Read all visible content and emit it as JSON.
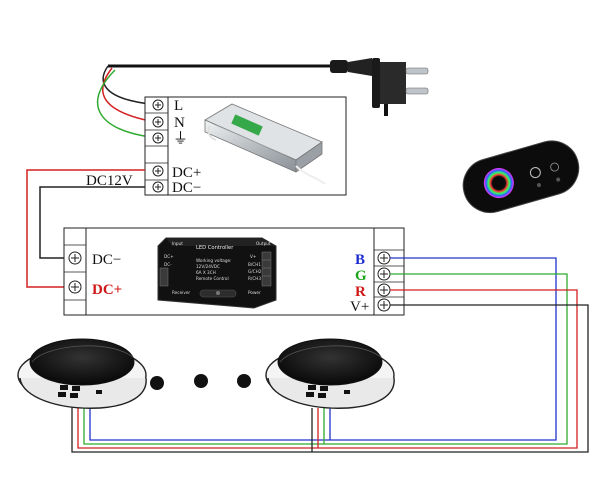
{
  "psu_box": {
    "terminal_L": "L",
    "terminal_N": "N",
    "terminal_ground": "⏚",
    "output_label": "DC12V",
    "terminal_dc_plus": "DC+",
    "terminal_dc_minus": "DC−"
  },
  "controller_box": {
    "input_dc_minus": "DC−",
    "input_dc_plus": "DC+",
    "output_B": "B",
    "output_G": "G",
    "output_R": "R",
    "output_Vplus": "V+"
  },
  "controller_device": {
    "title": "LED Controller",
    "input_tab": "Input",
    "output_tab": "Output",
    "spec_line1": "Working voltage:",
    "spec_line2": "12V/24VDC",
    "spec_line3": "6A X 3CH",
    "spec_line4": "Remote Control",
    "dc_plus": "DC+",
    "dc_minus": "DC-",
    "ch_vplus": "V+",
    "ch1": "B/CH1",
    "ch2": "G/CH2",
    "ch3": "R/CH3",
    "receiver": "Receiver",
    "power": "Power"
  },
  "colors": {
    "wire_red": "#d42020",
    "wire_green": "#2faa2f",
    "wire_blue": "#2233cc",
    "wire_black": "#222222",
    "label_blue": "#1a2bd0",
    "label_green": "#1aa51a",
    "label_red": "#d01818"
  },
  "icons": [
    "power-plug-icon",
    "power-supply-icon",
    "rgb-remote-icon",
    "led-controller-icon",
    "pool-light-icon",
    "ellipsis-dots-icon",
    "screw-terminal-icon"
  ]
}
